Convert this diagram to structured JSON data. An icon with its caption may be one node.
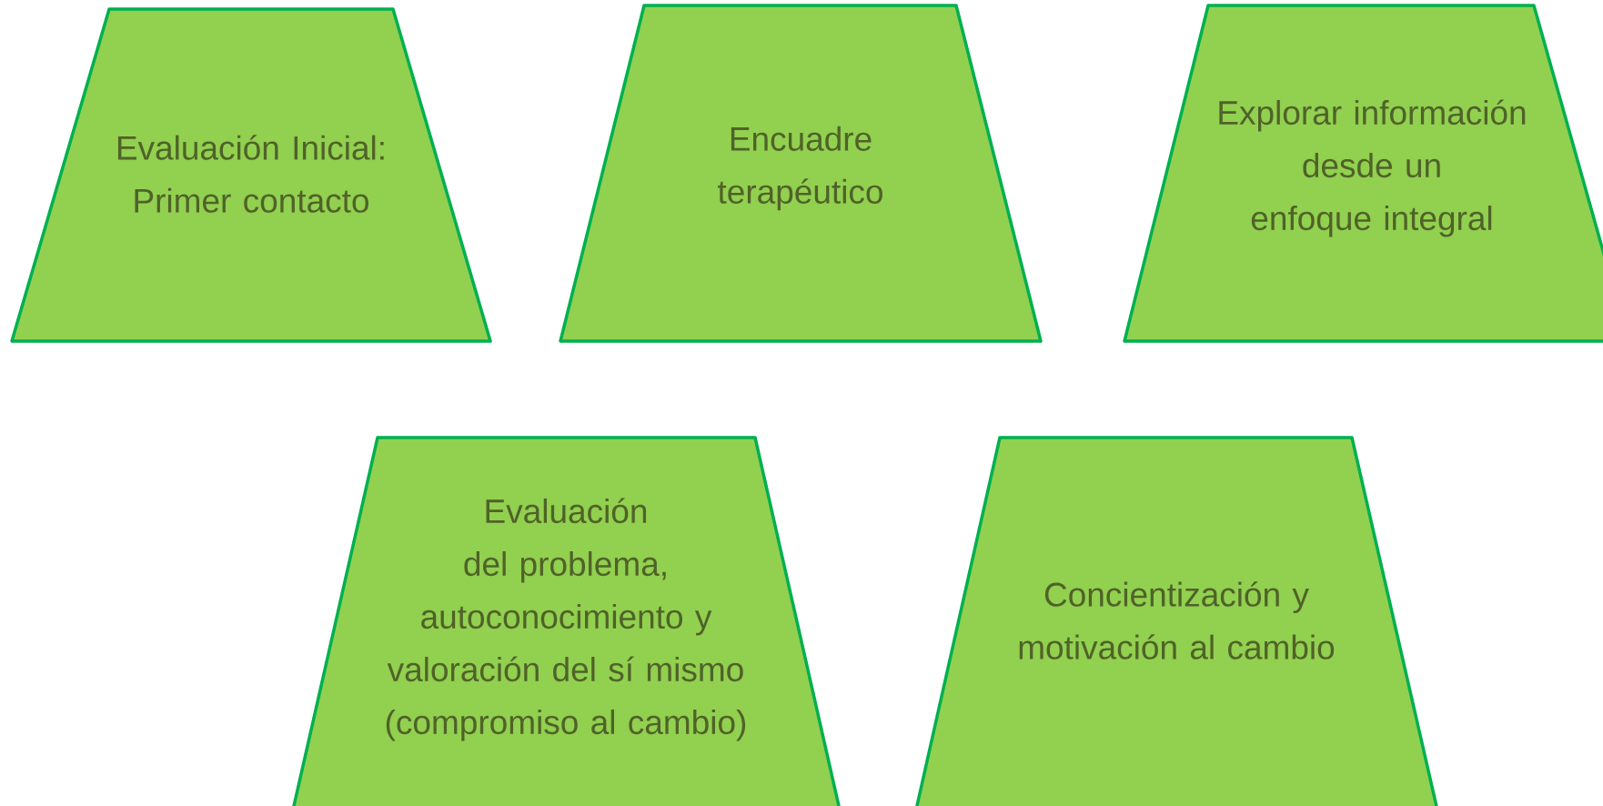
{
  "diagram": {
    "nodes": [
      {
        "text": [
          "Evaluación Inicial: Primer contacto"
        ]
      },
      {
        "text": [
          "Encuadre terapéutico"
        ]
      },
      {
        "text": [
          "Explorar información desde un enfoque integral"
        ]
      },
      {
        "text": [
          "Evaluación del problema, autoconocimiento y valoración del sí mismo (compromiso al cambio)"
        ]
      },
      {
        "text": [
          "Concientización y motivación al cambio"
        ]
      }
    ]
  }
}
